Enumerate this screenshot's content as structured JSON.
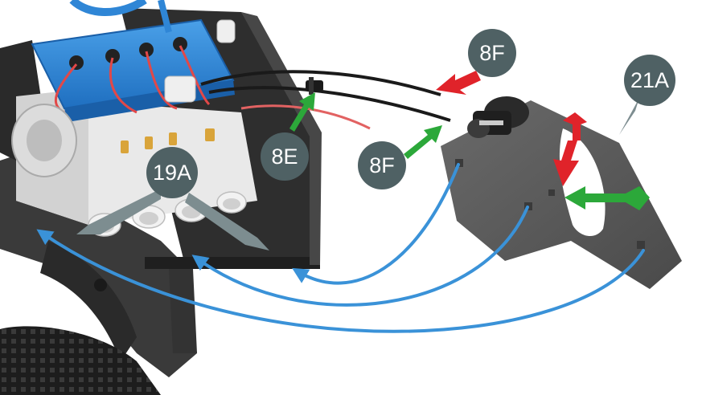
{
  "colors": {
    "callout_fill": "#4f6164",
    "arrow_green": "#2ca83a",
    "arrow_red": "#e0232a",
    "arrow_blue": "#3a92d8",
    "engine_blue": "#2f86d6",
    "plate_grey": "#5c5c5c",
    "chassis_dark": "#2c2c2c"
  },
  "callouts": {
    "part_8f_top": "8F",
    "part_8f_bottom": "8F",
    "part_8e": "8E",
    "part_19a": "19A",
    "part_21a": "21A"
  },
  "icons": {
    "engine": "engine-assembly-icon",
    "plate": "mounting-plate-icon",
    "wheel": "wheel-icon"
  }
}
